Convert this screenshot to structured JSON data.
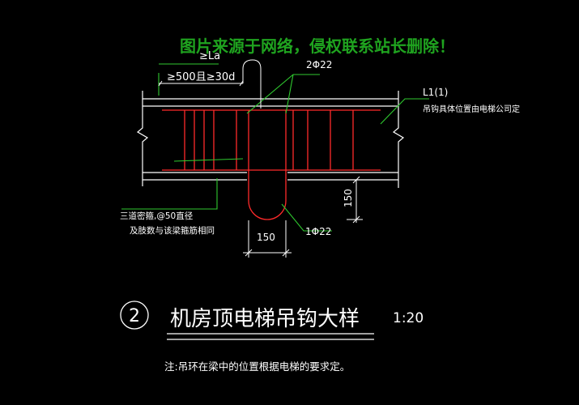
{
  "watermark": "图片来源于网络，侵权联系站长删除！",
  "anchorage_symbol": "≥La",
  "anchorage_length": "≥500且≥30d",
  "top_bar_label": "2Φ22",
  "beam_label": "L1(1)",
  "hook_position_note": "吊钩具体位置由电梯公司定",
  "stirrup_note_line1": "三道密箍,@50直径",
  "stirrup_note_line2": "及肢数与该梁箍筋相同",
  "hook_bar_label": "1Φ22",
  "dim_vertical": "150",
  "dim_horizontal": "150",
  "detail_number": "2",
  "detail_title": "机房顶电梯吊钩大样",
  "scale": "1:20",
  "footnote": "注:吊环在梁中的位置根据电梯的要求定。",
  "colors": {
    "background": "#000000",
    "lines": "#ffffff",
    "rebar": "#ff2a2a",
    "leader": "#2fc92f",
    "watermark": "#1fa31f"
  }
}
